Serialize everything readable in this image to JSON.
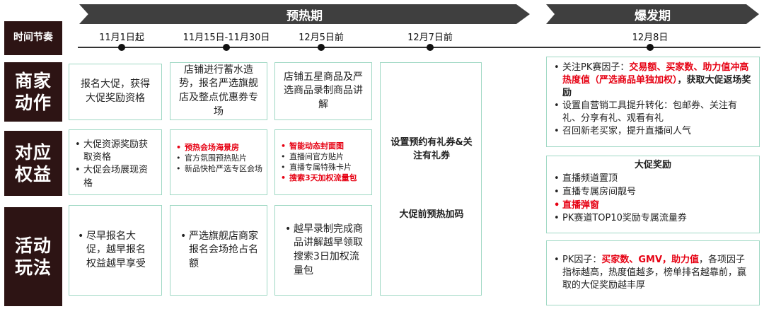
{
  "phases": {
    "pre": "预热期",
    "burst": "爆发期"
  },
  "row_labels": {
    "timeline": "时间节奏",
    "merchant": "商家\n动作",
    "rights": "对应\n权益",
    "activity": "活动\n玩法"
  },
  "dates": [
    "11月1日起",
    "11月15日-11月30日",
    "12月5日前",
    "12月7日前",
    "12月8日"
  ],
  "merchant": {
    "c1": "报名大促，获得大促奖励资格",
    "c2": "店铺进行蓄水造势，报名严选旗舰店及整点优惠券专场",
    "c3": "店铺五星商品及严选商品录制商品讲解"
  },
  "rights": {
    "c1": [
      "大促资源奖励获取资格",
      "大促会场展现资格"
    ],
    "c2": [
      "预热会场海景房",
      "官方氛围预热贴片",
      "新品快枪严选专区会场"
    ],
    "c3": [
      "智能动态封面图",
      "直播间官方贴片",
      "直播专属特殊卡片",
      "搜索3天加权流量包"
    ]
  },
  "activity": {
    "c1": "尽早报名大促，越早报名权益越早享受",
    "c2": "严选旗舰店商家报名会场抢占名额",
    "c3": "越早录制完成商品讲解越早领取搜索3日加权流量包"
  },
  "c4": {
    "line1": "设置预约有礼券&关注有礼券",
    "line2": "大促前预热加码"
  },
  "burst": {
    "merchant": {
      "p1_a": "关注PK赛因子：",
      "p1_red": "交易额、买家数、助力值冲高热度值（严选商品单独加权）",
      "p1_b": "，获取大促返场奖励",
      "p2": "设置自营销工具提升转化：包邮券、关注有礼、分享有礼、观看有礼",
      "p3": "召回新老买家，提升直播间人气"
    },
    "reward": {
      "title": "大促奖励",
      "items": [
        "直播频道置顶",
        "直播专属房间靓号",
        "直播弹窗",
        "PK赛道TOP10奖励专属流量券"
      ]
    },
    "pk": {
      "a": "PK因子：",
      "red": "买家数、GMV，助力值",
      "b": "，各项因子指标越高，热度值越多，榜单排名越靠前，赢取的大促奖励越丰厚"
    }
  },
  "colors": {
    "box_border": "#9fd8c4",
    "label_bg": "#2d1414",
    "phase_bg": "#3f3f3f",
    "highlight": "#e60012"
  }
}
